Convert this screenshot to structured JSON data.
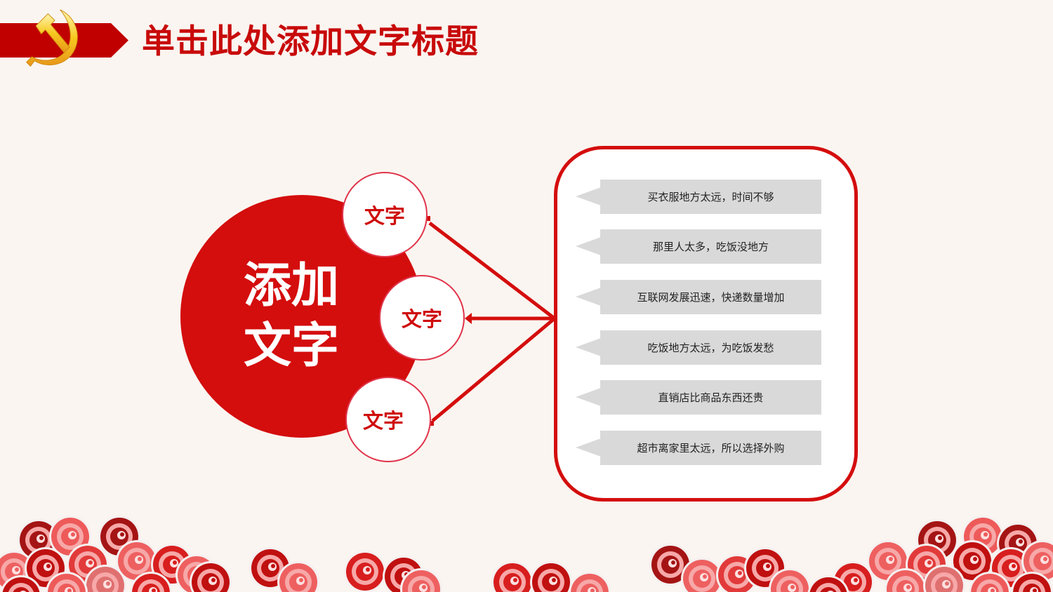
{
  "header": {
    "title": "单击此处添加文字标题",
    "emblem_icon": "hammer-and-sickle-icon",
    "colors": {
      "banner": "#c00000",
      "title": "#c80a0a",
      "emblem": "#f5c518"
    }
  },
  "diagram": {
    "center_label_line1": "添加",
    "center_label_line2": "文字",
    "nodes": [
      {
        "label": "文字"
      },
      {
        "label": "文字"
      },
      {
        "label": "文字"
      }
    ],
    "reasons": [
      {
        "text": "买衣服地方太远，时间不够"
      },
      {
        "text": "那里人太多，吃饭没地方"
      },
      {
        "text": "互联网发展迅速，快递数量增加"
      },
      {
        "text": "吃饭地方太远，为吃饭发愁"
      },
      {
        "text": "直销店比商品东西还贵"
      },
      {
        "text": "超市离家里太远，所以选择外购"
      }
    ],
    "colors": {
      "accent": "#d40d0d",
      "bubble": "#d9d9d9",
      "background": "#faf5f0"
    }
  },
  "decoration": {
    "clouds_icon": "auspicious-clouds-pattern"
  }
}
